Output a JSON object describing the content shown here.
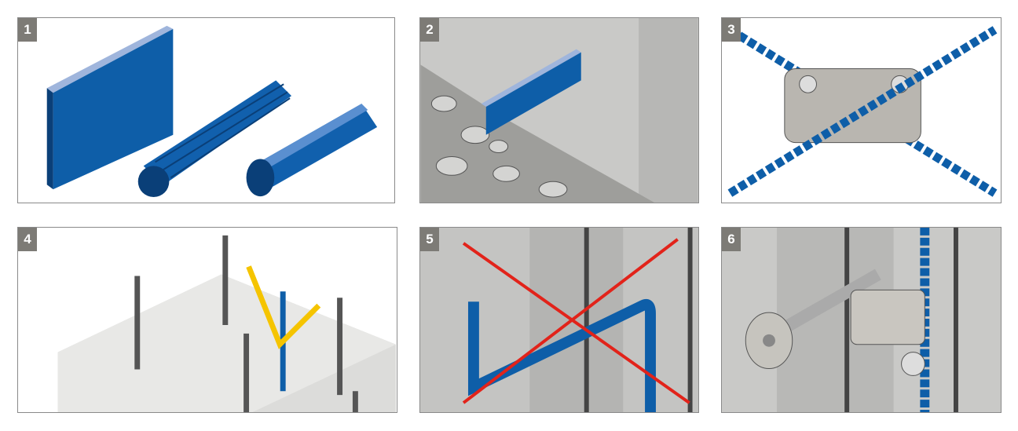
{
  "panels": [
    {
      "number": "1",
      "subject": "conductor-shapes"
    },
    {
      "number": "2",
      "subject": "strip-in-concrete"
    },
    {
      "number": "3",
      "subject": "cross-clamp-rebar"
    },
    {
      "number": "4",
      "subject": "rebar-foundation-connection"
    },
    {
      "number": "5",
      "subject": "incorrect-bent-rebar"
    },
    {
      "number": "6",
      "subject": "fixed-earthing-point"
    }
  ],
  "colors": {
    "steel_blue": "#0e5ea8",
    "badge": "#7d7b76",
    "concrete": "#c9c9c7",
    "cross_red": "#e2231a",
    "tape_yellow": "#f5c400"
  }
}
